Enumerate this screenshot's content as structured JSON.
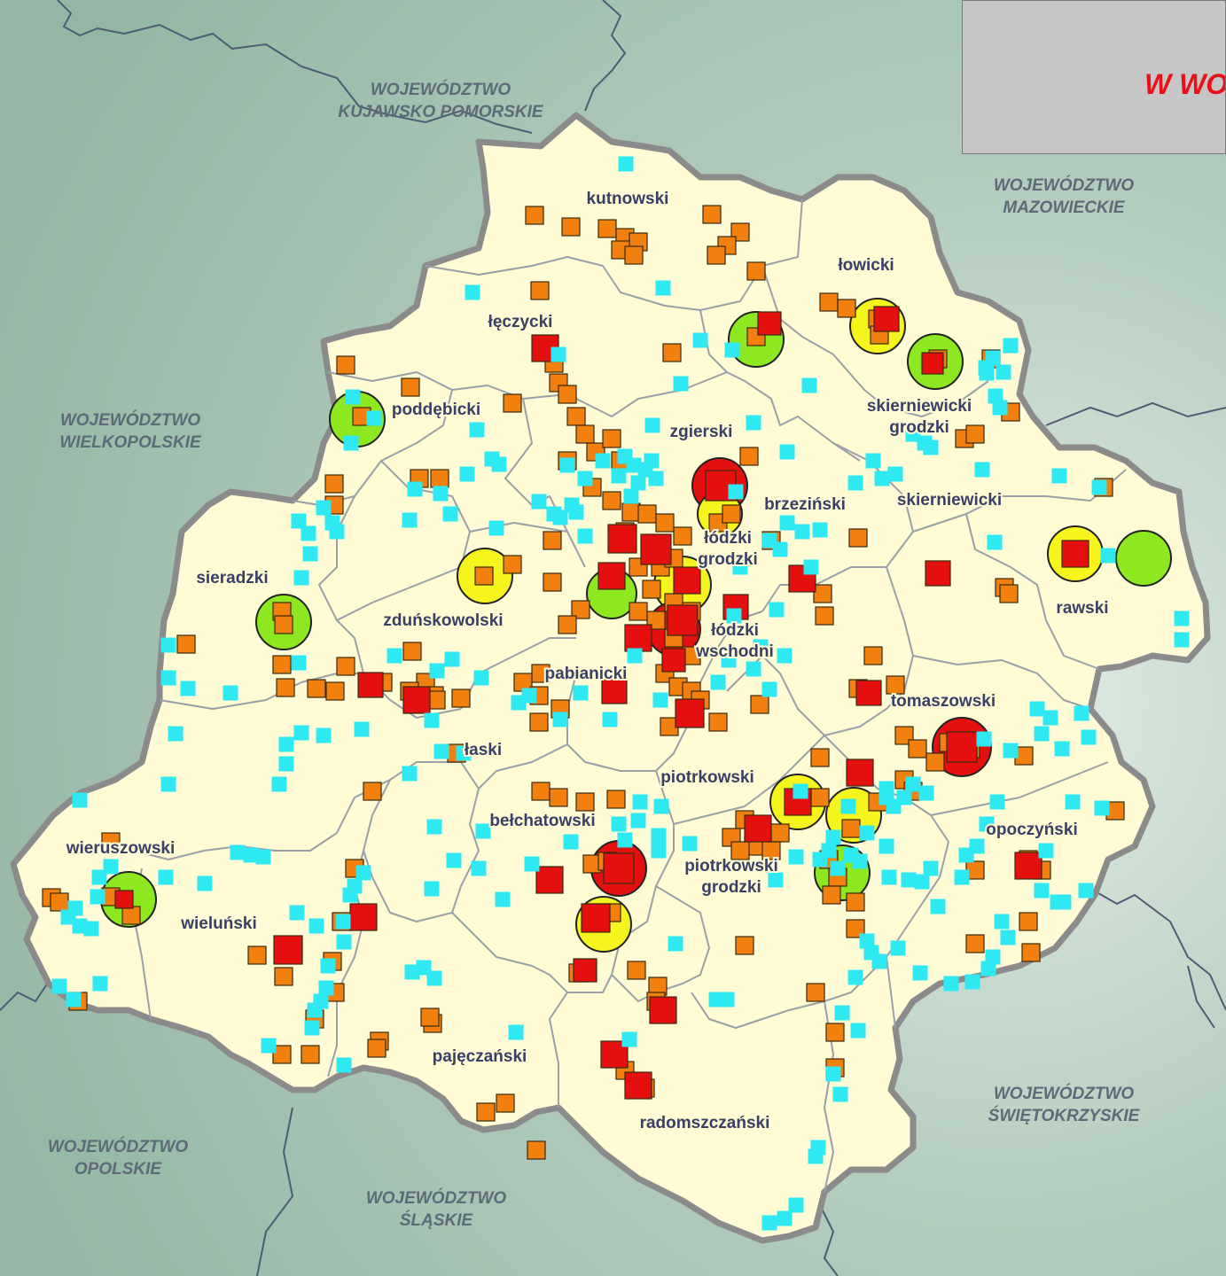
{
  "map": {
    "title_fragment": "W WO",
    "neighbor_regions": [
      {
        "key": "kuj",
        "lines": [
          "WOJEWÓDZTWO",
          "KUJAWSKO  POMORSKIE"
        ]
      },
      {
        "key": "maz",
        "lines": [
          "WOJEWÓDZTWO",
          "MAZOWIECKIE"
        ]
      },
      {
        "key": "wlkp",
        "lines": [
          "WOJEWÓDZTWO",
          "WIELKOPOLSKIE"
        ]
      },
      {
        "key": "opol",
        "lines": [
          "WOJEWÓDZTWO",
          "OPOLSKIE"
        ]
      },
      {
        "key": "slask",
        "lines": [
          "WOJEWÓDZTWO",
          "ŚLĄSKIE"
        ]
      },
      {
        "key": "swk",
        "lines": [
          "WOJEWÓDZTWO",
          "ŚWIĘTOKRZYSKIE"
        ]
      }
    ],
    "counties": [
      {
        "key": "kutnowski",
        "lines": [
          "kutnowski"
        ]
      },
      {
        "key": "leczycki",
        "lines": [
          "łęczycki"
        ]
      },
      {
        "key": "lowicki",
        "lines": [
          "łowicki"
        ]
      },
      {
        "key": "poddebicki",
        "lines": [
          "poddębicki"
        ]
      },
      {
        "key": "zgierski",
        "lines": [
          "zgierski"
        ]
      },
      {
        "key": "skierniewice_city",
        "lines": [
          "skierniewicki",
          "grodzki"
        ]
      },
      {
        "key": "brzezinski",
        "lines": [
          "brzeziński"
        ]
      },
      {
        "key": "skierniewicki",
        "lines": [
          "skierniewicki"
        ]
      },
      {
        "key": "sieradzki",
        "lines": [
          "sieradzki"
        ]
      },
      {
        "key": "lodz_city",
        "lines": [
          "łódzki",
          "grodzki"
        ]
      },
      {
        "key": "zdunskowolski",
        "lines": [
          "zduńskowolski"
        ]
      },
      {
        "key": "rawski",
        "lines": [
          "rawski"
        ]
      },
      {
        "key": "lodzki_wsch",
        "lines": [
          "łódzki",
          "wschodni"
        ]
      },
      {
        "key": "pabianicki",
        "lines": [
          "pabianicki"
        ]
      },
      {
        "key": "tomaszowski",
        "lines": [
          "tomaszowski"
        ]
      },
      {
        "key": "laski",
        "lines": [
          "łaski"
        ]
      },
      {
        "key": "piotrkowski",
        "lines": [
          "piotrkowski"
        ]
      },
      {
        "key": "belchatowski",
        "lines": [
          "bełchatowski"
        ]
      },
      {
        "key": "opoczynski",
        "lines": [
          "opoczyński"
        ]
      },
      {
        "key": "wieruszowski",
        "lines": [
          "wieruszowski"
        ]
      },
      {
        "key": "piotrkow_city",
        "lines": [
          "piotrkowski",
          "grodzki"
        ]
      },
      {
        "key": "wielunski",
        "lines": [
          "wieluński"
        ]
      },
      {
        "key": "pajeczanski",
        "lines": [
          "pajęczański"
        ]
      },
      {
        "key": "radomszczanski",
        "lines": [
          "radomszczański"
        ]
      }
    ],
    "colors": {
      "background": "#a9c6b6",
      "region_fill": "#fefbd5",
      "region_outline": "#8b8b8b",
      "county_border": "#9aa0a8",
      "marker_cyan": "#2ee8f2",
      "marker_orange": "#f2800e",
      "marker_red": "#e3100f",
      "circle_green": "#8ee81f",
      "circle_yellow": "#f5f51d",
      "circle_red": "#e3100f",
      "title_red": "#e8111a"
    }
  }
}
